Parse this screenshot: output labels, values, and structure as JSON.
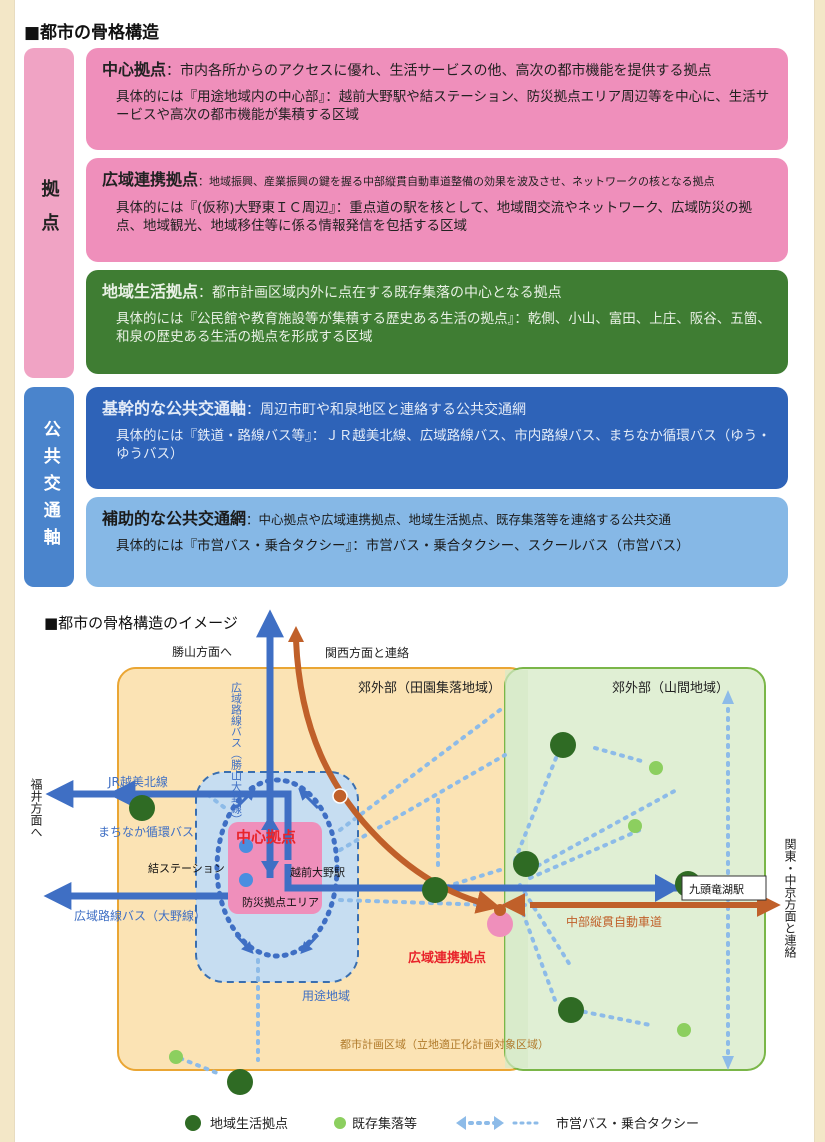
{
  "title": "■都市の骨格構造",
  "side_labels": {
    "kyoten": "拠点",
    "kotsu": "公共交通軸"
  },
  "boxes": [
    {
      "title": "中心拠点",
      "desc": "：市内各所からのアクセスに優れ、生活サービスの他、高次の都市機能を提供する拠点",
      "detail": "具体的には『用途地域内の中心部』：越前大野駅や結ステーション、防災拠点エリア周辺等を中心に、生活サービスや高次の都市機能が集積する区域",
      "color": "#ef8fbb"
    },
    {
      "title": "広域連携拠点",
      "desc": "：地域振興、産業振興の鍵を握る中部縦貫自動車道整備の効果を波及させ、ネットワークの核となる拠点",
      "detail": "具体的には『(仮称)大野東ＩＣ周辺』：重点道の駅を核として、地域間交流やネットワーク、広域防災の拠点、地域観光、地域移住等に係る情報発信を包括する区域",
      "color": "#ef8fbb"
    },
    {
      "title": "地域生活拠点",
      "desc": "：都市計画区域内外に点在する既存集落の中心となる拠点",
      "detail": "具体的には『公民館や教育施設等が集積する歴史ある生活の拠点』：乾側、小山、富田、上庄、阪谷、五箇、和泉の歴史ある生活の拠点を形成する区域",
      "color": "#3f7d33"
    },
    {
      "title": "基幹的な公共交通軸",
      "desc": "：周辺市町や和泉地区と連絡する公共交通網",
      "detail": "具体的には『鉄道・路線バス等』：ＪＲ越美北線、広域路線バス、市内路線バス、まちなか循環バス（ゆう・ゆうバス）",
      "color": "#2e63b8"
    },
    {
      "title": "補助的な公共交通網",
      "desc": "：中心拠点や広域連携拠点、地域生活拠点、既存集落等を連絡する公共交通",
      "detail": "具体的には『市営バス・乗合タクシー』：市営バス・乗合タクシー、スクールバス（市営バス）",
      "color": "#86b8e6"
    }
  ],
  "image_title": "■都市の骨格構造のイメージ",
  "map": {
    "katsuyama": "勝山方面へ",
    "kansai": "関西方面と連絡",
    "suburb_farm": "郊外部（田園集落地域）",
    "suburb_mountain": "郊外部（山間地域）",
    "fukui": "福井方面へ",
    "jr": "JR越美北線",
    "bus_katsuyama": "広域路線バス（勝山大野線）",
    "loop_bus": "まちなか循環バス",
    "center": "中心拠点",
    "yui": "結ステーション",
    "echizen_ono": "越前大野駅",
    "bosai": "防災拠点エリア",
    "kuzuryu": "九頭竜湖駅",
    "kanto": "関東・中京方面と連絡",
    "chubu": "中部縦貫自動車道",
    "bus_ono": "広域路線バス（大野線）",
    "wide_hub": "広域連携拠点",
    "youto": "用途地域",
    "plan_area": "都市計画区域（立地適正化計画対象区域）"
  },
  "legend": {
    "local_hub": "地域生活拠点",
    "village": "既存集落等",
    "bus_taxi": "市営バス・乗合タクシー"
  },
  "colors": {
    "pink": "#ef8fbb",
    "green": "#3f7d33",
    "blue": "#2e63b8",
    "lightblue": "#86b8e6",
    "orange": "#c0602a"
  }
}
